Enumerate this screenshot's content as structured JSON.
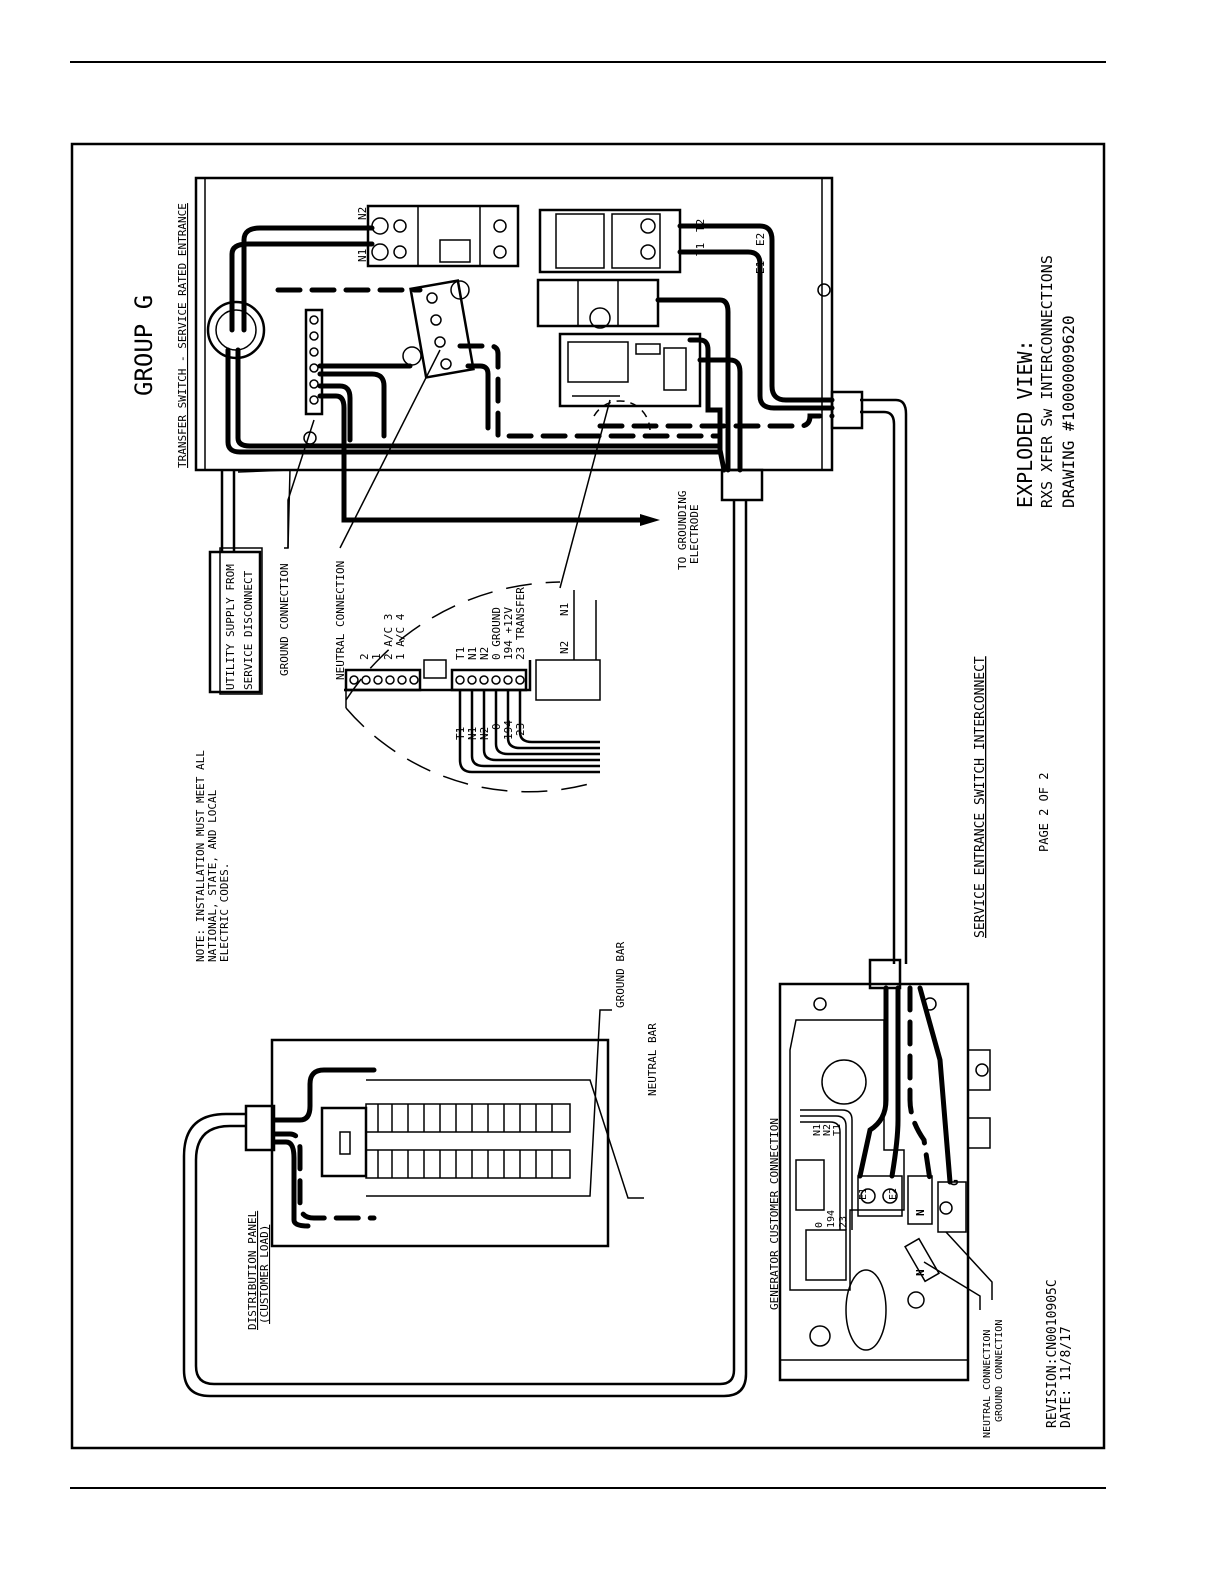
{
  "header": {
    "group": "GROUP G",
    "switch_caption": "TRANSFER SWITCH - SERVICE RATED ENTRANCE"
  },
  "title_block": {
    "title_line1": "EXPLODED VIEW:",
    "title_line2": "RXS XFER Sw INTERCONNECTIONS",
    "title_line3": "DRAWING #10000009620",
    "section_title": "SERVICE ENTRANCE SWITCH INTERCONNECT",
    "page": "PAGE 2 OF 2",
    "revision": "REVISION:CN0010905C",
    "date": "DATE: 11/8/17"
  },
  "note": {
    "line1": "NOTE: INSTALLATION MUST MEET ALL",
    "line2": "NATIONAL, STATE, AND LOCAL",
    "line3": "ELECTRIC CODES."
  },
  "callouts": {
    "utility_line1": "UTILITY SUPPLY FROM",
    "utility_line2": "SERVICE DISCONNECT",
    "ground_connection": "GROUND CONNECTION",
    "neutral_connection": "NEUTRAL CONNECTION",
    "grounding_line1": "TO GROUNDING",
    "grounding_line2": "ELECTRODE",
    "ground_bar": "GROUND BAR",
    "neutral_bar": "NEUTRAL BAR",
    "dist_panel_line1": "DISTRIBUTION PANEL",
    "dist_panel_line2": "(CUSTOMER LOAD)",
    "gen_connection": "GENERATOR CUSTOMER CONNECTION",
    "gen_neutral": "NEUTRAL CONNECTION",
    "gen_ground": "GROUND CONNECTION"
  },
  "switch_terminals": {
    "n1": "N1",
    "n2": "N2",
    "t1": "T1",
    "t2": "T2",
    "e1": "E1",
    "e2": "E2"
  },
  "detail_labels": {
    "ac_block": [
      "2",
      "1",
      "2 A/C  3",
      "1 A/C  4"
    ],
    "signal_block": [
      "T1",
      "N1",
      "N2",
      "0 GROUND",
      "194 +12V",
      "23 TRANSFER"
    ],
    "wire_tags": [
      "T1",
      "N1",
      "N2",
      "0",
      "194",
      "23"
    ],
    "board_n2": "N2",
    "board_n1": "N1"
  },
  "generator_labels": {
    "wires_a": [
      "N1",
      "N2",
      "T1"
    ],
    "wires_b": [
      "0",
      "194",
      "23"
    ],
    "e1": "E1",
    "e2": "E2",
    "n": "N",
    "g": "G",
    "n_block": "N"
  }
}
